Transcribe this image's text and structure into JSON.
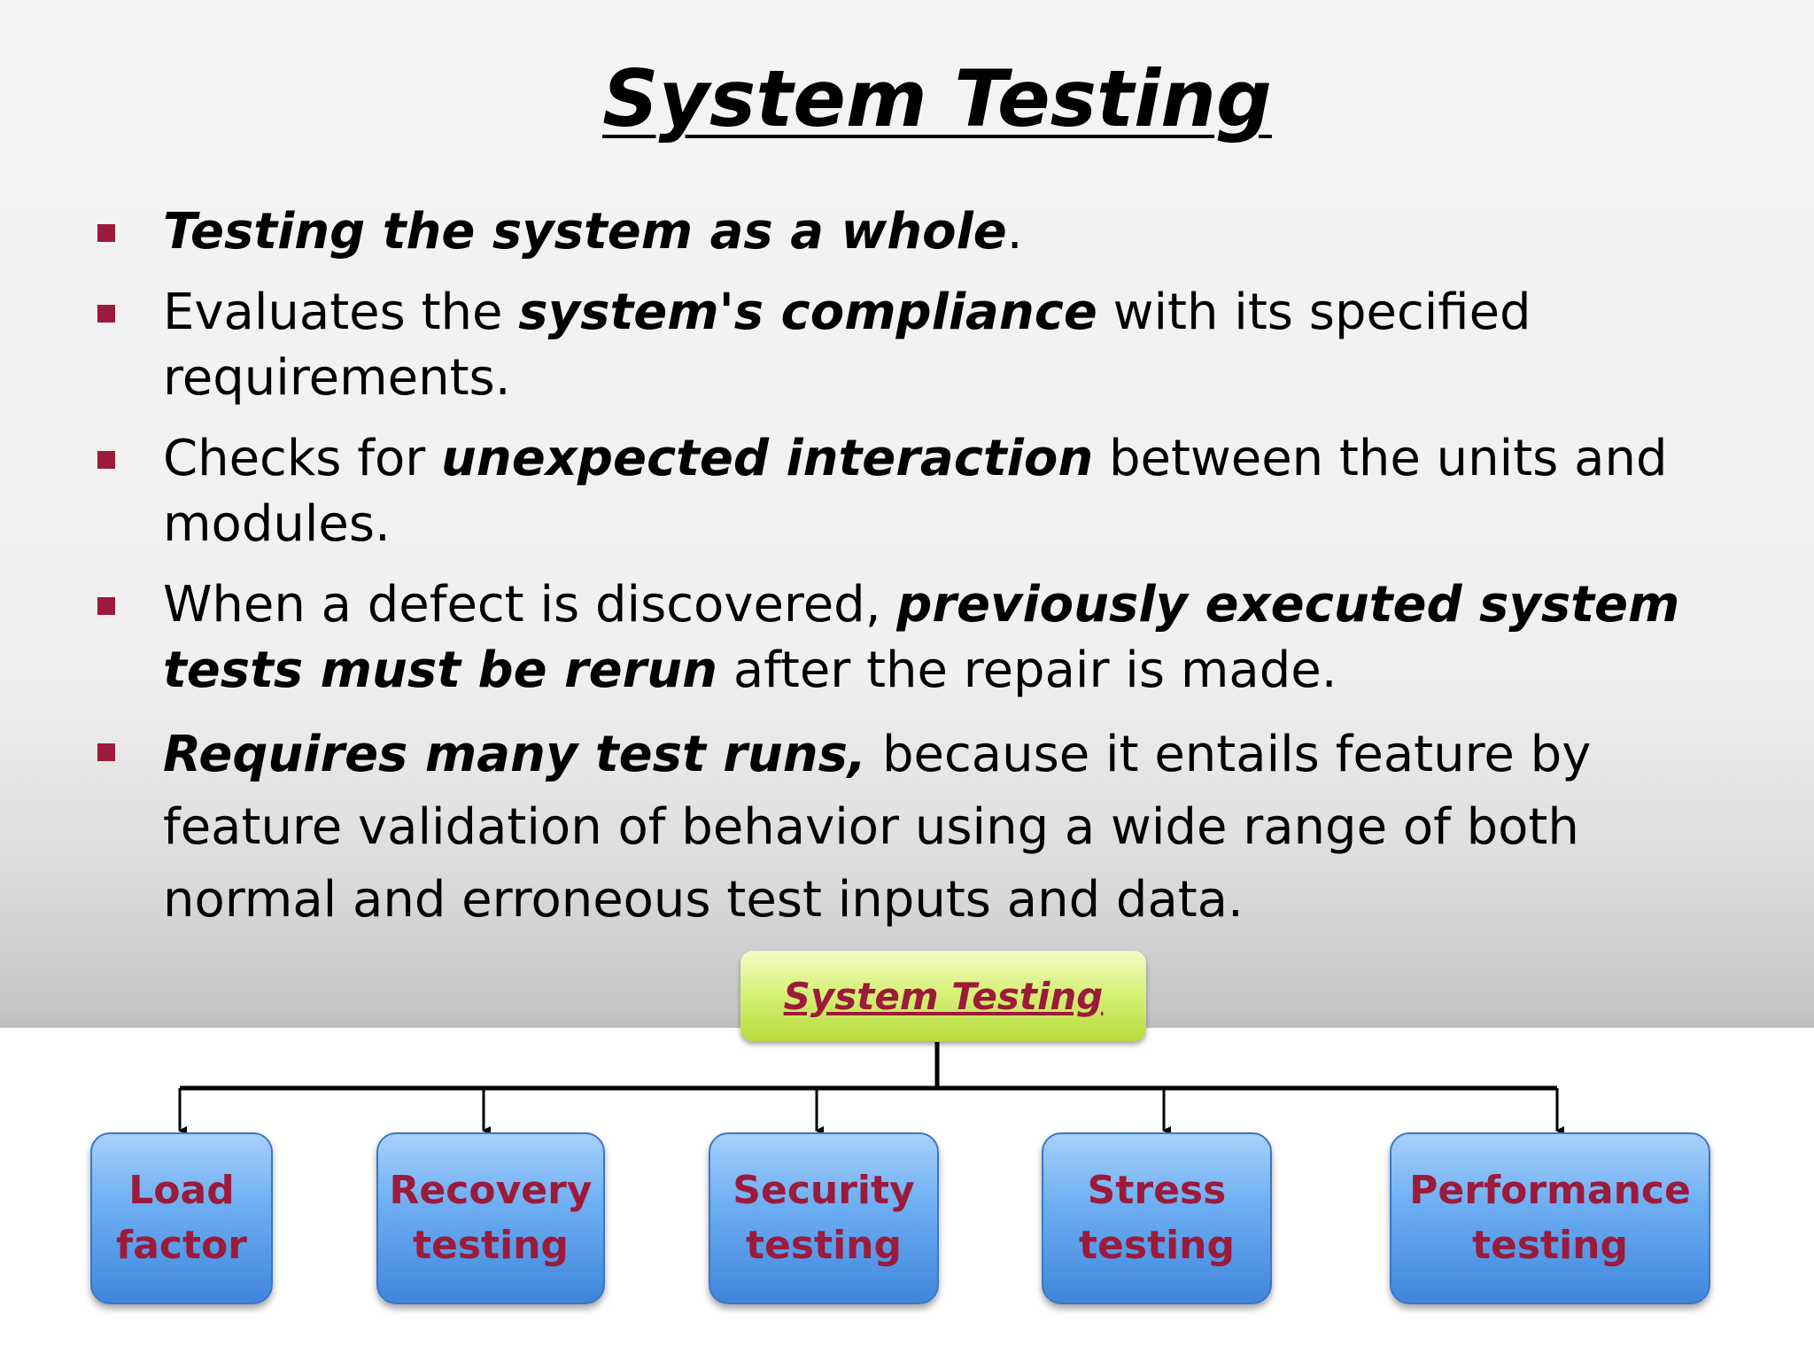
{
  "slide": {
    "title": "System Testing",
    "accent_color": "#9c1a3a",
    "bullets": [
      {
        "segments": [
          {
            "text": "Testing the system as a whole",
            "bold_italic": true
          },
          {
            "text": "."
          }
        ]
      },
      {
        "segments": [
          {
            "text": "Evaluates the "
          },
          {
            "text": "system's compliance",
            "bold_italic": true
          },
          {
            "text": " with its specified requirements."
          }
        ]
      },
      {
        "segments": [
          {
            "text": "Checks for "
          },
          {
            "text": "unexpected interaction",
            "bold_italic": true
          },
          {
            "text": " between the units and modules."
          }
        ]
      },
      {
        "segments": [
          {
            "text": "When a defect is discovered, "
          },
          {
            "text": "previously executed system tests must be rerun",
            "bold_italic": true
          },
          {
            "text": " after the repair is made."
          }
        ]
      },
      {
        "segments": [
          {
            "text": "Requires many test runs,",
            "bold_italic": true
          },
          {
            "text": " because it entails feature by feature validation of behavior using a wide range of both normal and erroneous test inputs and data."
          }
        ]
      }
    ]
  },
  "diagram": {
    "root": "System Testing",
    "children": [
      "Load\nfactor",
      "Recovery\ntesting",
      "Security\ntesting",
      "Stress\ntesting",
      "Performance\ntesting"
    ]
  }
}
